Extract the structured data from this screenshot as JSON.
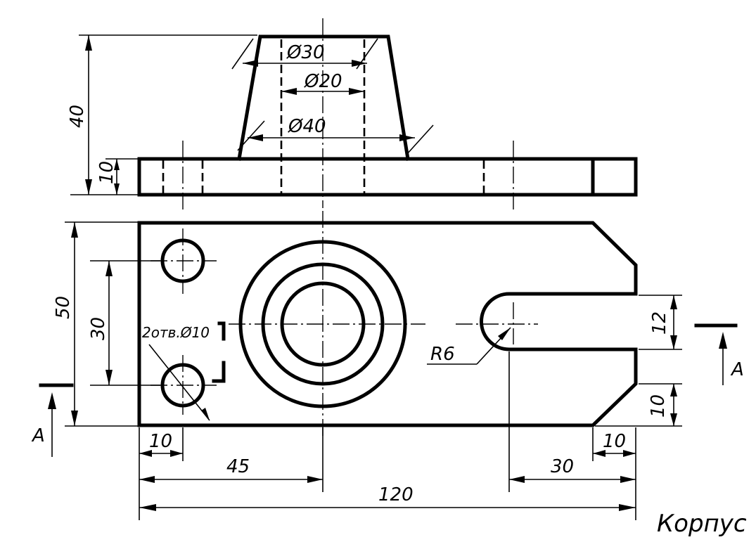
{
  "dimensions": {
    "d30": "Ø30",
    "d20": "Ø20",
    "d40": "Ø40",
    "h40": "40",
    "h10": "10",
    "w50": "50",
    "s30": "30",
    "holes": "2отв.Ø10",
    "r6": "R6",
    "slot12": "12",
    "chamfer10v": "10",
    "left10": "10",
    "x45": "45",
    "len120": "120",
    "right30": "30",
    "chamfer10h": "10"
  },
  "section_labels": {
    "left": "A",
    "right": "A"
  },
  "title": "Корпус"
}
